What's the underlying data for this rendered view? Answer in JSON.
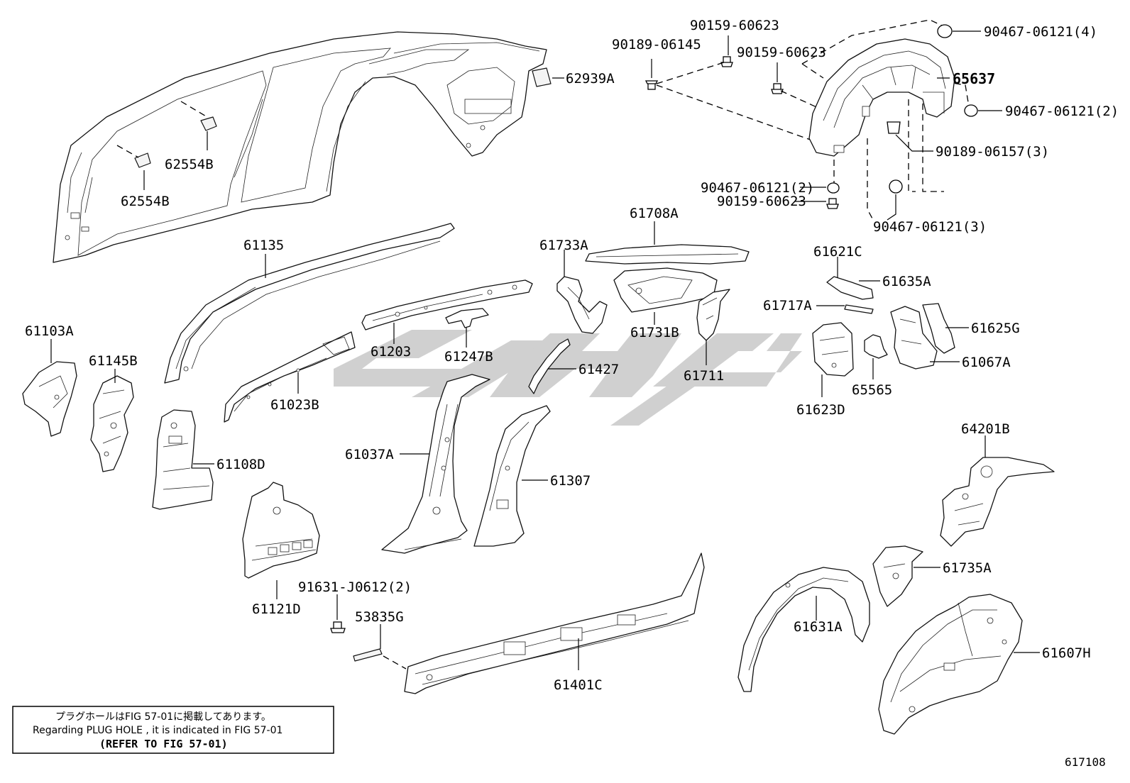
{
  "diagram": {
    "figure_number": "617108",
    "watermark_color": "#c8c8c8",
    "labels": {
      "p62939A": "62939A",
      "p62554B_a": "62554B",
      "p62554B_b": "62554B",
      "p90159_60623_top": "90159-60623",
      "p90189_06145": "90189-06145",
      "p90159_60623_mid": "90159-60623",
      "p90467_06121_4": "90467-06121(4)",
      "p65637": "65637",
      "p90467_06121_2_right": "90467-06121(2)",
      "p90189_06157_3": "90189-06157(3)",
      "p90467_06121_2_left": "90467-06121(2)",
      "p90159_60623_low": "90159-60623",
      "p90467_06121_3": "90467-06121(3)",
      "p61135": "61135",
      "p61708A": "61708A",
      "p61733A": "61733A",
      "p61621C": "61621C",
      "p61635A": "61635A",
      "p61717A": "61717A",
      "p61625G": "61625G",
      "p61067A": "61067A",
      "p61103A": "61103A",
      "p61145B": "61145B",
      "p61203": "61203",
      "p61247B": "61247B",
      "p61731B": "61731B",
      "p61711": "61711",
      "p61427": "61427",
      "p61023B": "61023B",
      "p61623D": "61623D",
      "p65565": "65565",
      "p64201B": "64201B",
      "p61037A": "61037A",
      "p61307": "61307",
      "p61108D": "61108D",
      "p61735A": "61735A",
      "p61121D": "61121D",
      "p91631_J0612_2": "91631-J0612(2)",
      "p53835G": "53835G",
      "p61631A": "61631A",
      "p61607H": "61607H",
      "p61401C": "61401C"
    },
    "note": {
      "japanese": "プラグホールはFIG 57-01に掲載してあります。",
      "english": "Regarding  PLUG HOLE , it is indicated in FIG  57-01",
      "reference": "(REFER TO FIG 57-01)"
    }
  }
}
